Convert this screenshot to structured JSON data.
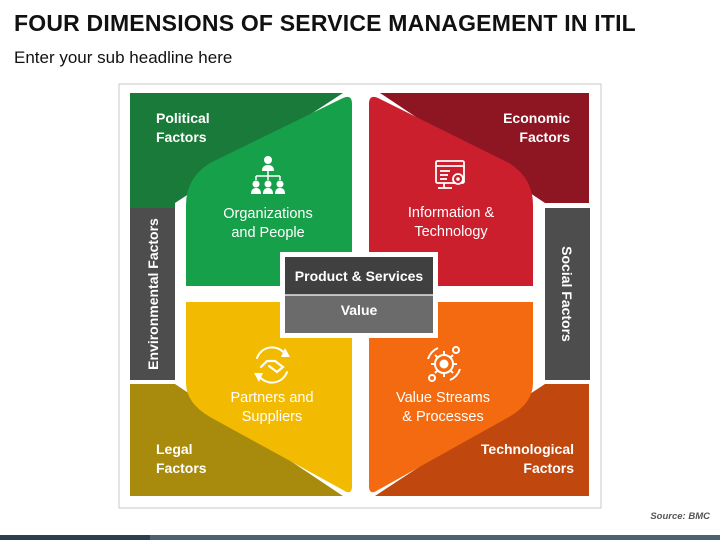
{
  "header": {
    "title": "FOUR DIMENSIONS OF SERVICE MANAGEMENT IN ITIL",
    "subtitle": "Enter your sub headline here"
  },
  "outer_factors": {
    "political": [
      "Political",
      "Factors"
    ],
    "economic": [
      "Economic",
      "Factors"
    ],
    "legal": [
      "Legal",
      "Factors"
    ],
    "technological": [
      "Technological",
      "Factors"
    ],
    "environmental": "Environmental Factors",
    "social": "Social Factors"
  },
  "dimensions": {
    "organizations": [
      "Organizations",
      "and People"
    ],
    "information": [
      "Information &",
      "Technology"
    ],
    "partners": [
      "Partners and",
      "Suppliers"
    ],
    "value_streams": [
      "Value Streams",
      "& Processes"
    ]
  },
  "center": {
    "product": "Product & Services",
    "value": "Value"
  },
  "icons": {
    "organizations": "org-chart-icon",
    "information": "monitor-gear-icon",
    "partners": "handshake-icon",
    "value_streams": "gears-icon"
  },
  "colors": {
    "political": "#1a7a3a",
    "economic": "#8e1522",
    "legal": "#a88a0c",
    "technological": "#c0470e",
    "organizations": "#17a04a",
    "information": "#cc1f2d",
    "partners": "#f2ba00",
    "value_streams": "#f36a10",
    "side_bars": "#4d4d4d",
    "center_top": "#404040",
    "center_bottom": "#6b6b6b"
  },
  "source": "Source: BMC"
}
